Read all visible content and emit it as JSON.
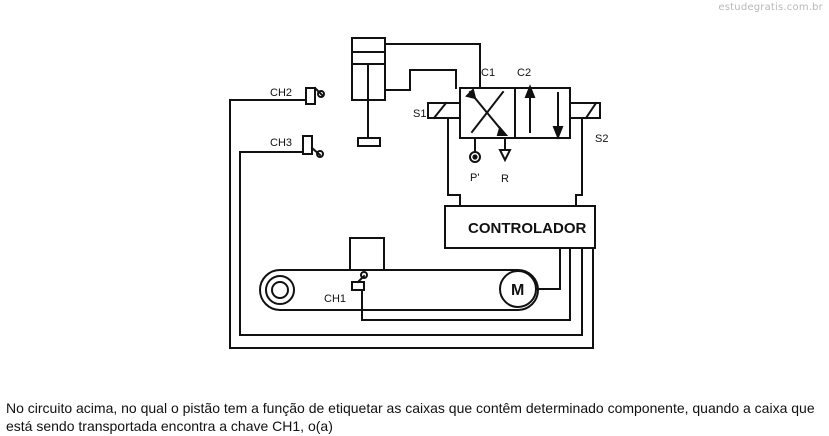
{
  "watermark": "estudegratis.com.br",
  "diagram": {
    "labels": {
      "ch1": "CH1",
      "ch2": "CH2",
      "ch3": "CH3",
      "c1": "C1",
      "c2": "C2",
      "s1": "S1",
      "s2": "S2",
      "p": "P'",
      "r": "R",
      "controller": "CONTROLADOR",
      "motor": "M"
    }
  },
  "question": {
    "text": "No circuito acima, no qual o pistão tem a função de etiquetar as caixas que contêm determinado componente, quando a caixa que está sendo transportada encontra a chave CH1, o(a)"
  }
}
